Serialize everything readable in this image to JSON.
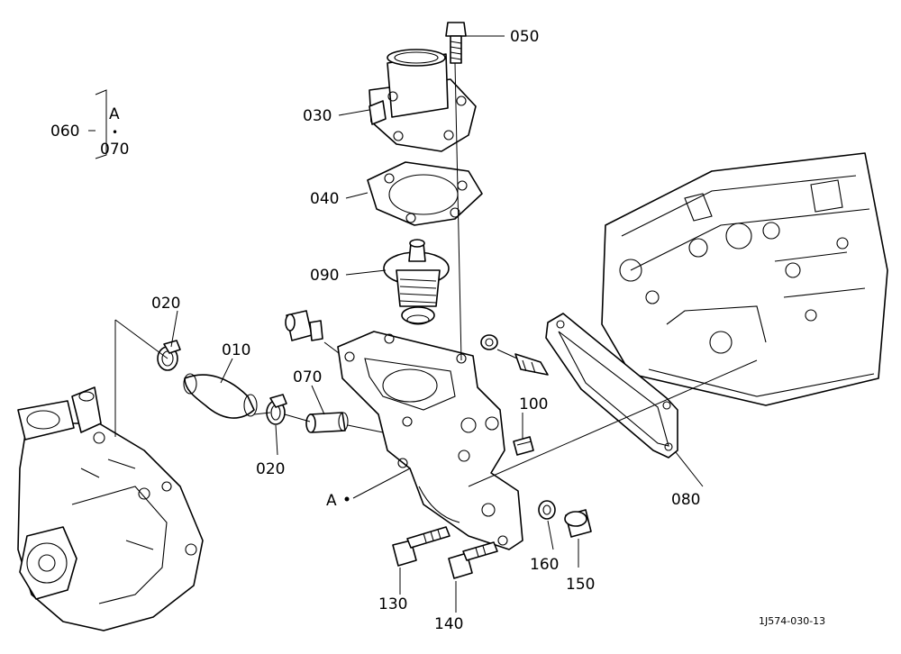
{
  "callouts": {
    "c050": "050",
    "c030": "030",
    "c040": "040",
    "c090": "090",
    "c020a": "020",
    "c010": "010",
    "c020b": "020",
    "c070": "070",
    "c100": "100",
    "c080": "080",
    "c160": "160",
    "c150": "150",
    "c130": "130",
    "c140": "140",
    "point_a": "A"
  },
  "set_legend": {
    "number": "060",
    "first": "A",
    "separator": "•",
    "second": "070"
  },
  "reference_code": "1J574-030-13",
  "colors": {
    "line": "#000000",
    "background": "#ffffff"
  }
}
